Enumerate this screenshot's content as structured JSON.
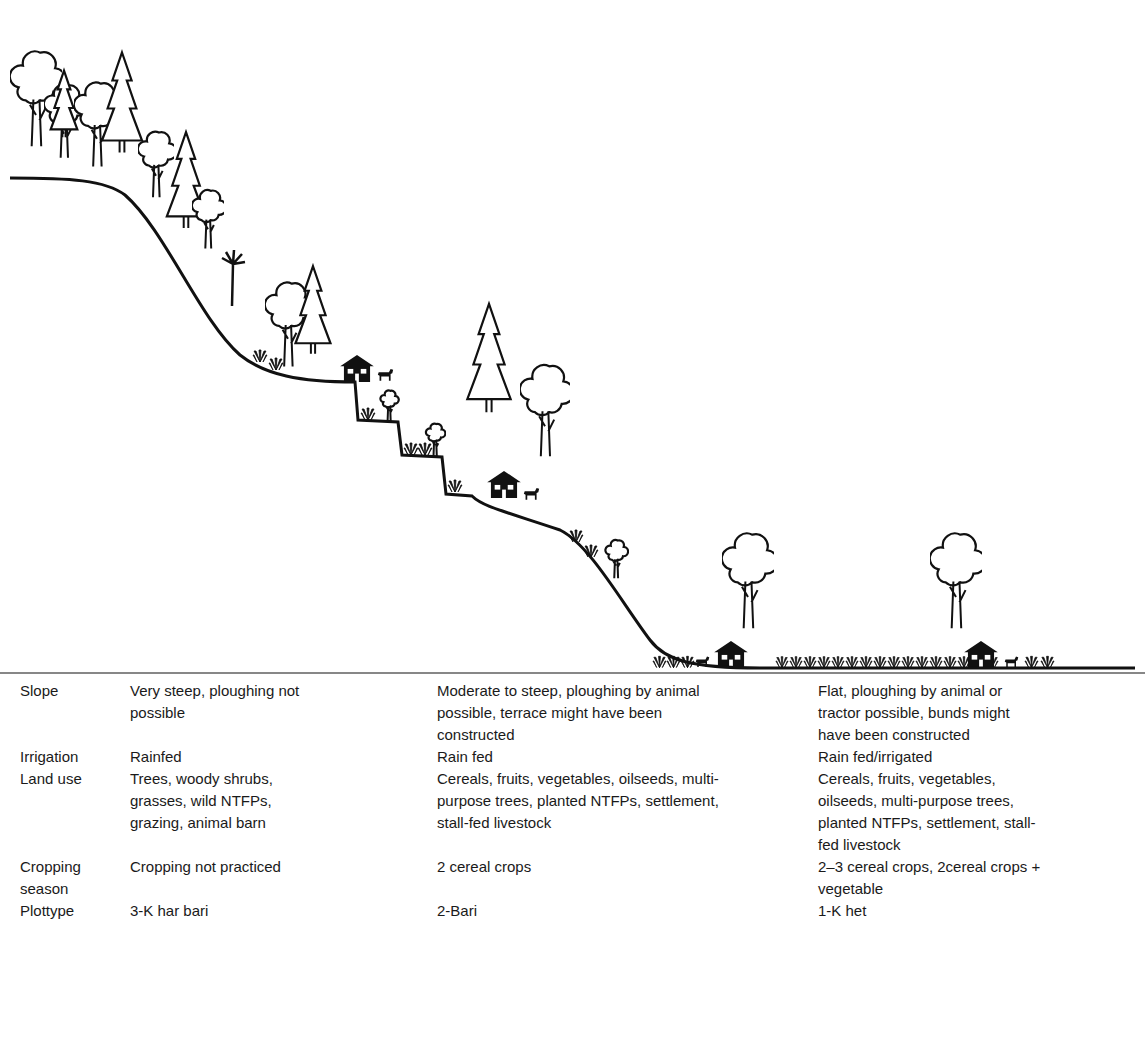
{
  "diagram": {
    "labels": [
      "Slope",
      "Very steep, ploughing not possible",
      "Moderate to steep, ploughing by animal possible, terrace might have been constructed",
      "Flat, ploughing by animal or tractor possible, bunds might have been constructed",
      "Irrigation",
      "Rainfed",
      "Rain fed",
      "Rain fed/irrigated",
      "Land use",
      "Trees, woody shrubs, grasses, wild NTFPs, grazing, animal barn",
      "Cereals, fruits, vegetables, oilseeds, multi-purpose trees, planted NTFPs, settlement, stall-fed livestock",
      "Cereals, fruits, vegetables, oilseeds, multi-purpose trees, planted NTFPs, settlement, stall-fed livestock",
      "Cropping season",
      "Cropping not practiced",
      "2 cereal crops",
      "2–3 cereal crops, 2cereal crops + vegetable",
      "Plottype",
      "3-K har bari",
      "2-Bari",
      "1-K het"
    ]
  }
}
